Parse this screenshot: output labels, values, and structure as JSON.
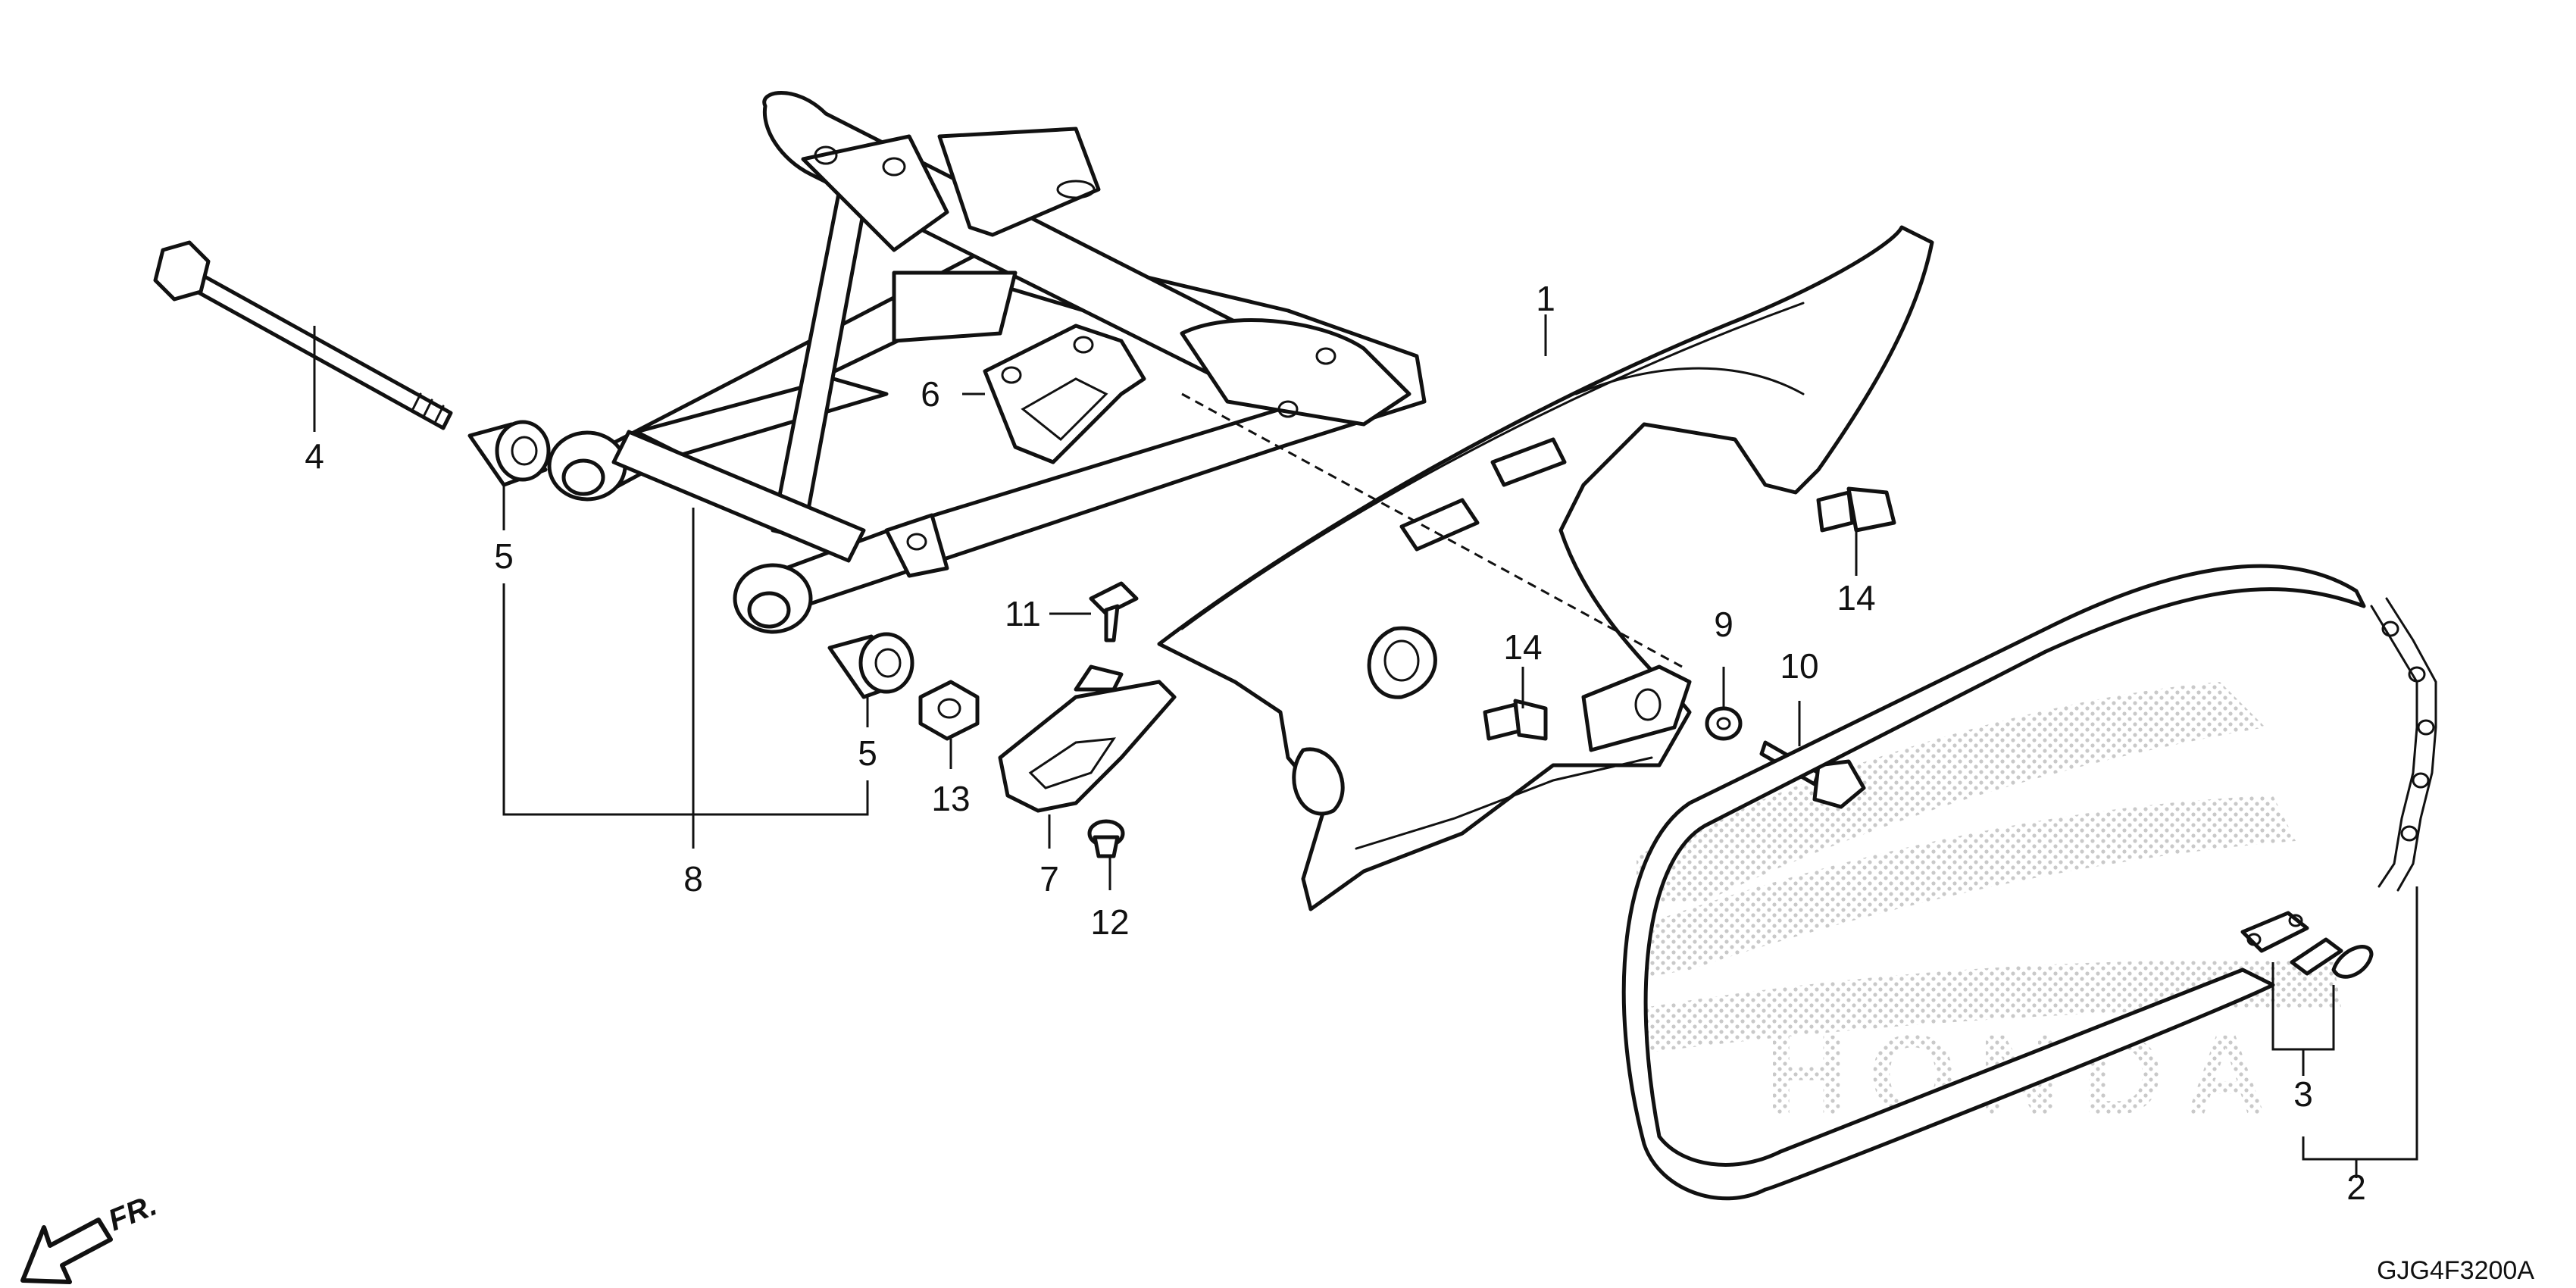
{
  "diagram": {
    "code": "GJG4F3200A",
    "direction_label": "FR.",
    "callouts": {
      "c1": "1",
      "c2": "2",
      "c3": "3",
      "c4": "4",
      "c5a": "5",
      "c5b": "5",
      "c6": "6",
      "c7": "7",
      "c8": "8",
      "c9": "9",
      "c10": "10",
      "c11": "11",
      "c12": "12",
      "c13": "13",
      "c14a": "14",
      "c14b": "14"
    },
    "watermark_text": "HONDA",
    "icons": [
      "front-direction-arrow-icon",
      "brand-wing-watermark"
    ]
  }
}
